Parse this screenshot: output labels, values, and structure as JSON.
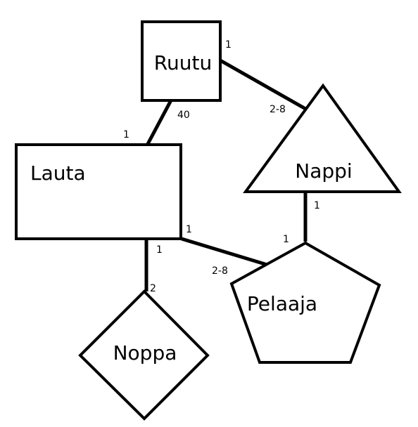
{
  "diagram": {
    "entities": {
      "ruutu": "Ruutu",
      "nappi": "Nappi",
      "lauta": "Lauta",
      "pelaaja": "Pelaaja",
      "noppa": "Noppa"
    },
    "relations": {
      "ruutu_nappi": {
        "ruutu_end": "1",
        "nappi_end": "2-8"
      },
      "ruutu_lauta": {
        "ruutu_end": "40",
        "lauta_end": "1"
      },
      "nappi_pelaaja": {
        "nappi_end": "1",
        "pelaaja_end": "1"
      },
      "lauta_pelaaja": {
        "lauta_end": "1",
        "pelaaja_end": "2-8"
      },
      "lauta_noppa": {
        "lauta_end": "1",
        "noppa_end": "2"
      }
    }
  }
}
